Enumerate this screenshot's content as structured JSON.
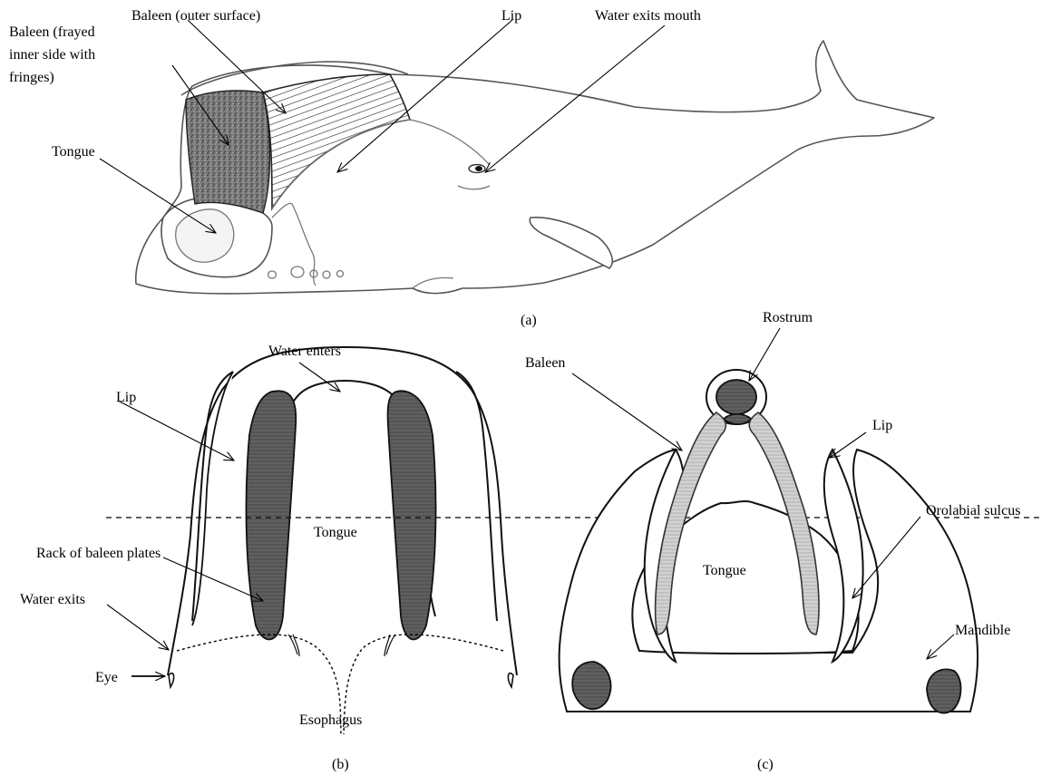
{
  "panel_a": {
    "caption": "(a)",
    "labels": {
      "baleen_outer": "Baleen (outer surface)",
      "baleen_frayed_1": "Baleen (frayed",
      "baleen_frayed_2": "inner side with",
      "baleen_frayed_3": "fringes)",
      "tongue": "Tongue",
      "lip": "Lip",
      "water_exits_mouth": "Water exits mouth"
    }
  },
  "panel_b": {
    "caption": "(b)",
    "labels": {
      "water_enters": "Water enters",
      "lip": "Lip",
      "rack": "Rack of baleen plates",
      "tongue": "Tongue",
      "water_exits": "Water exits",
      "eye": "Eye",
      "esophagus": "Esophagus"
    }
  },
  "panel_c": {
    "caption": "(c)",
    "labels": {
      "rostrum": "Rostrum",
      "baleen": "Baleen",
      "lip": "Lip",
      "orolabial": "Orolabial sulcus",
      "tongue": "Tongue",
      "mandible": "Mandible"
    }
  }
}
